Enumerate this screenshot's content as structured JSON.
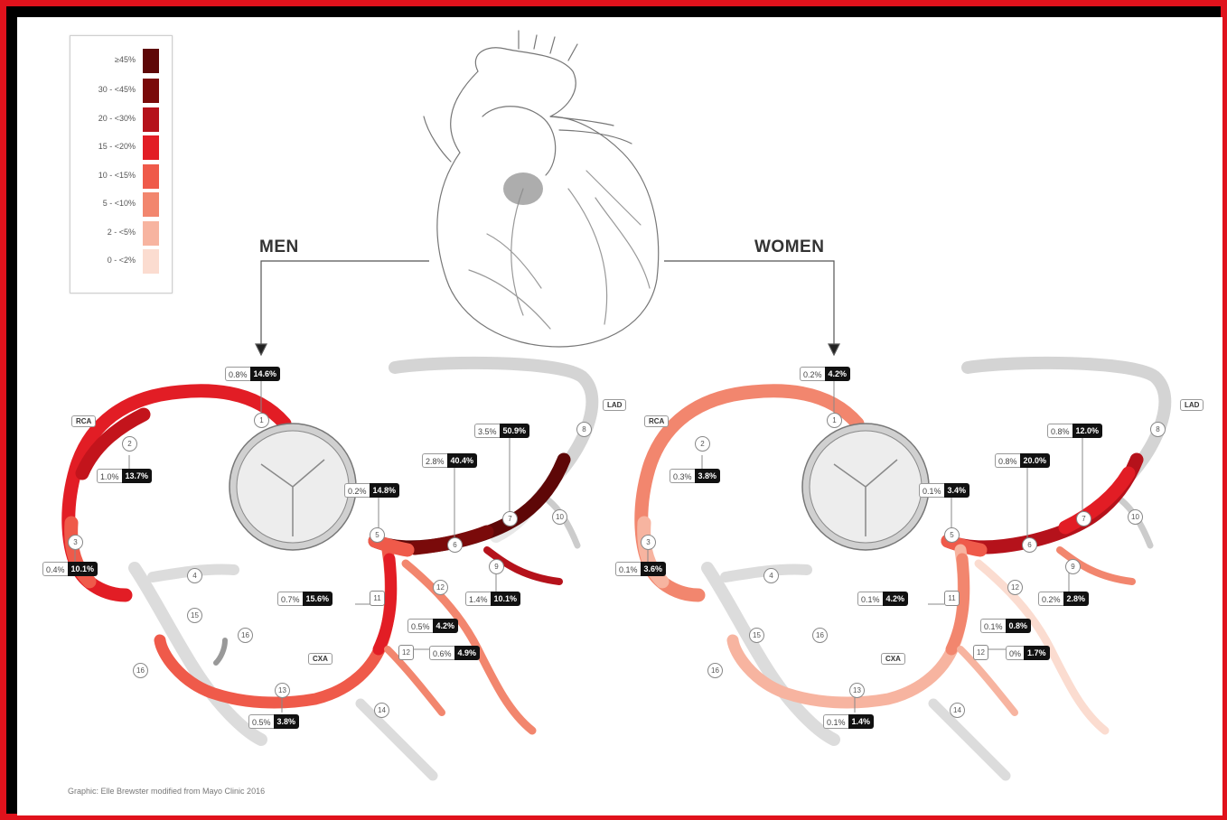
{
  "legend": {
    "items": [
      {
        "label": "≥45%",
        "color": "#5e0707"
      },
      {
        "label": "30 - <45%",
        "color": "#7a0a0a"
      },
      {
        "label": "20 - <30%",
        "color": "#b5121b"
      },
      {
        "label": "15 - <20%",
        "color": "#e21d25"
      },
      {
        "label": "10 - <15%",
        "color": "#ef5a4a"
      },
      {
        "label": "5 - <10%",
        "color": "#f2866e"
      },
      {
        "label": "2 - <5%",
        "color": "#f7b4a0"
      },
      {
        "label": "0 - <2%",
        "color": "#fbdcd0"
      }
    ]
  },
  "men": {
    "title": "MEN",
    "vessel_labels": {
      "rca": "RCA",
      "lad": "LAD",
      "cxa": "CXA"
    },
    "tags": [
      {
        "left": "0.8%",
        "right": "14.6%"
      },
      {
        "left": "1.0%",
        "right": "13.7%"
      },
      {
        "left": "0.4%",
        "right": "10.1%"
      },
      {
        "left": "0.2%",
        "right": "14.8%"
      },
      {
        "left": "2.8%",
        "right": "40.4%"
      },
      {
        "left": "3.5%",
        "right": "50.9%"
      },
      {
        "left": "0.7%",
        "right": "15.6%"
      },
      {
        "left": "1.4%",
        "right": "10.1%"
      },
      {
        "left": "0.5%",
        "right": "4.2%"
      },
      {
        "left": "0.6%",
        "right": "4.9%"
      },
      {
        "left": "0.5%",
        "right": "3.8%"
      }
    ],
    "segments": [
      "1",
      "2",
      "3",
      "4",
      "5",
      "6",
      "7",
      "8",
      "9",
      "10",
      "11",
      "12",
      "12",
      "13",
      "14",
      "15",
      "16",
      "16"
    ]
  },
  "women": {
    "title": "WOMEN",
    "vessel_labels": {
      "rca": "RCA",
      "lad": "LAD",
      "cxa": "CXA"
    },
    "tags": [
      {
        "left": "0.2%",
        "right": "4.2%"
      },
      {
        "left": "0.3%",
        "right": "3.8%"
      },
      {
        "left": "0.1%",
        "right": "3.6%"
      },
      {
        "left": "0.1%",
        "right": "3.4%"
      },
      {
        "left": "0.8%",
        "right": "20.0%"
      },
      {
        "left": "0.8%",
        "right": "12.0%"
      },
      {
        "left": "0.1%",
        "right": "4.2%"
      },
      {
        "left": "0.2%",
        "right": "2.8%"
      },
      {
        "left": "0.1%",
        "right": "0.8%"
      },
      {
        "left": "0%",
        "right": "1.7%"
      },
      {
        "left": "0.1%",
        "right": "1.4%"
      }
    ],
    "segments": [
      "1",
      "2",
      "3",
      "4",
      "5",
      "6",
      "7",
      "8",
      "9",
      "10",
      "11",
      "12",
      "12",
      "13",
      "14",
      "15",
      "16",
      "16"
    ]
  },
  "credit": "Graphic: Elle Brewster modified from Mayo Clinic 2016"
}
